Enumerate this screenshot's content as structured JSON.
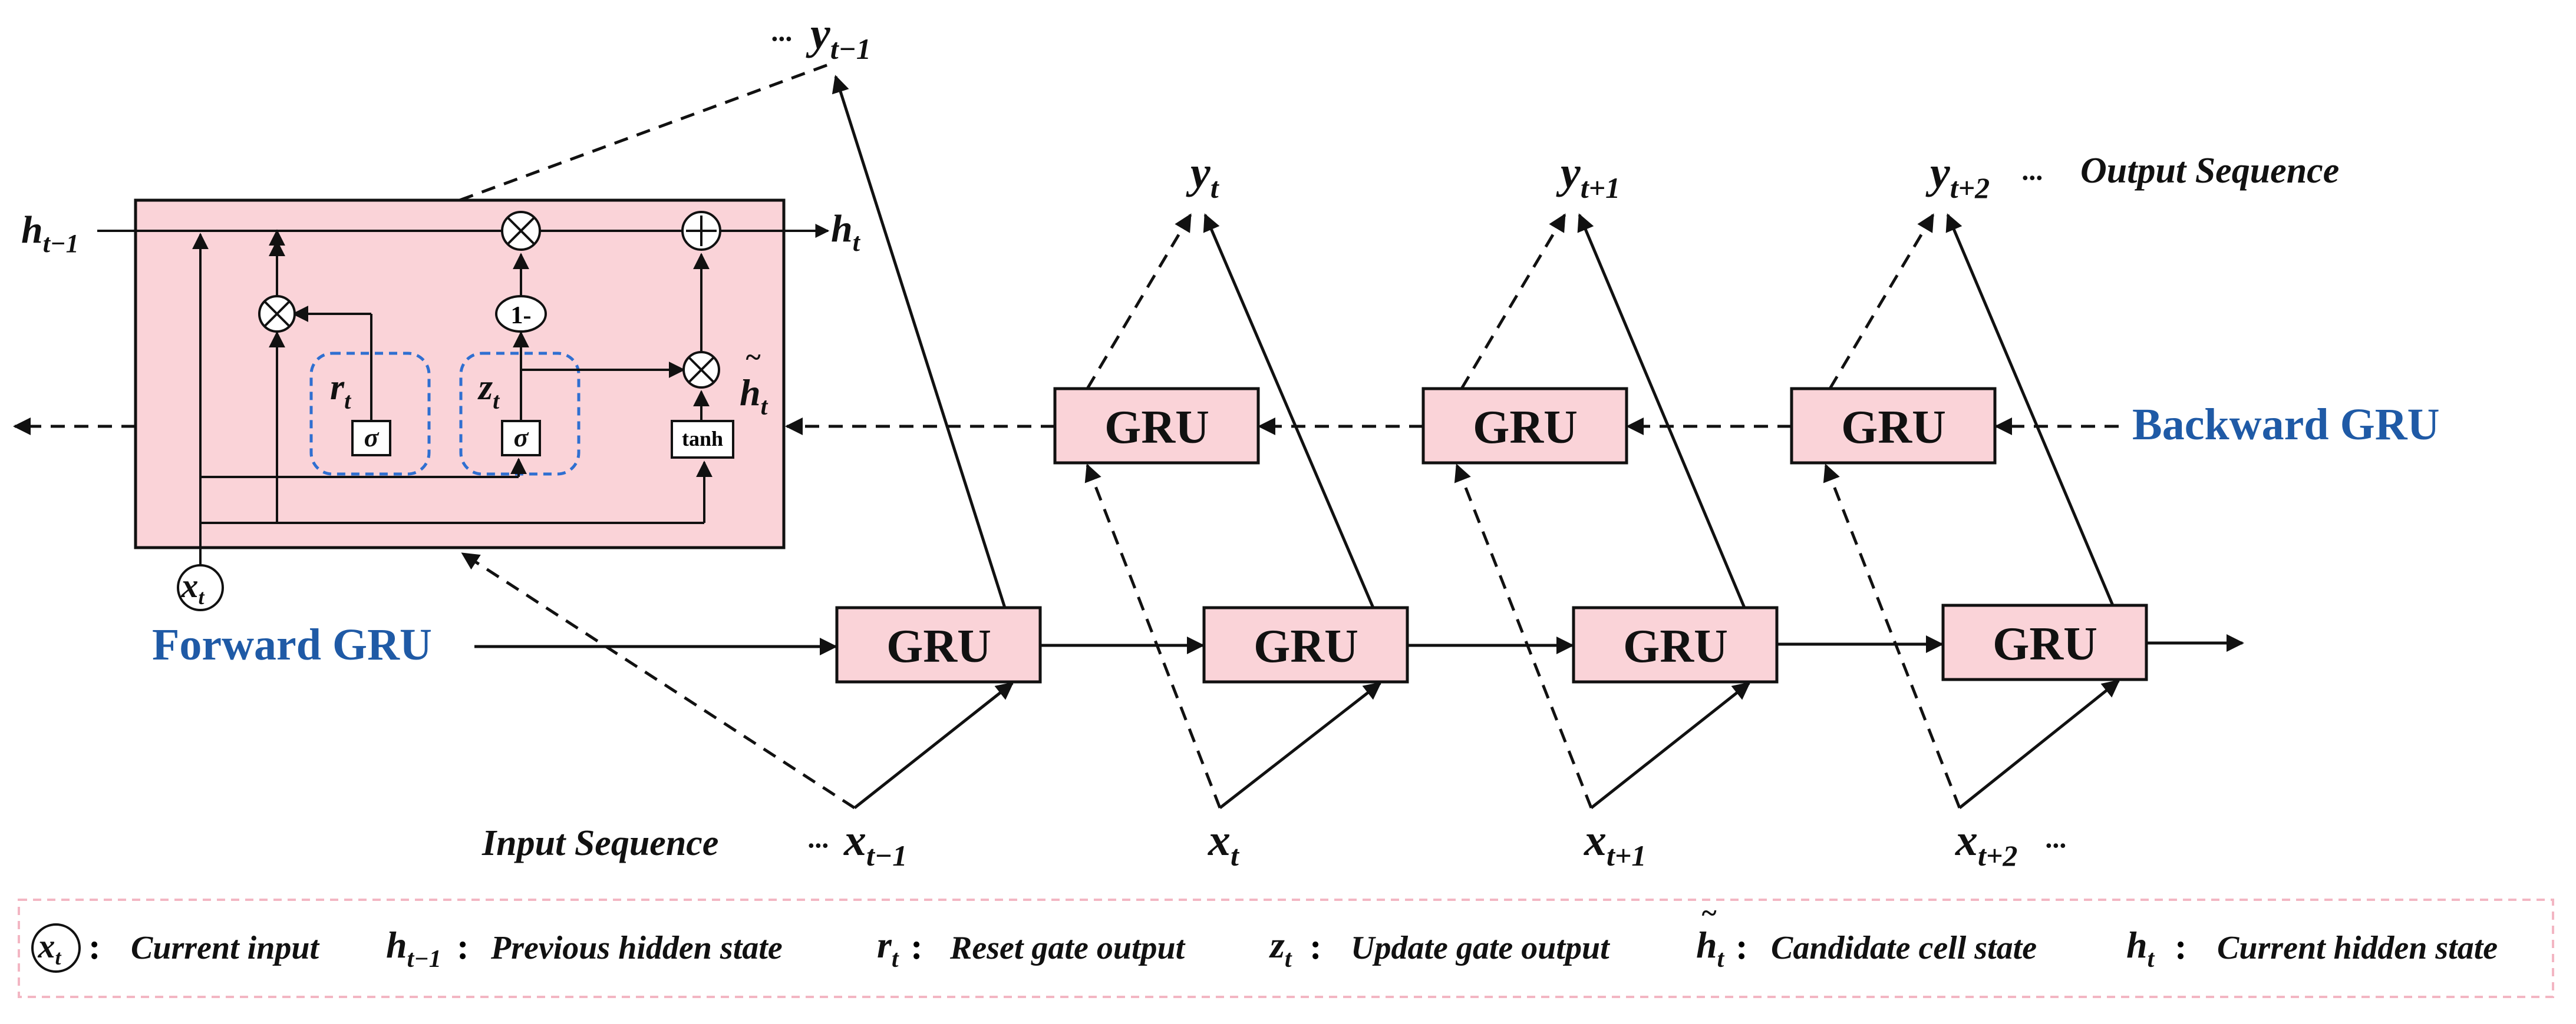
{
  "labels": {
    "output_sequence": "Output Sequence",
    "input_sequence": "Input Sequence",
    "forward_gru": "Forward GRU",
    "backward_gru": "Backward GRU",
    "gru_block": "GRU",
    "tanh": "tanh",
    "sigma": "σ",
    "one_minus": "1-",
    "ellipsis": "···",
    "colon": ":"
  },
  "cell": {
    "h_prev": {
      "base": "h",
      "sub": "t−1"
    },
    "h_cur": {
      "base": "h",
      "sub": "t"
    },
    "h_tilde": {
      "base": "h",
      "sub": "t",
      "accent": "~"
    },
    "r": {
      "base": "r",
      "sub": "t"
    },
    "z": {
      "base": "z",
      "sub": "t"
    },
    "x_in": {
      "base": "x",
      "sub": "t"
    }
  },
  "outputs": [
    {
      "base": "y",
      "sub": "t−1"
    },
    {
      "base": "y",
      "sub": "t"
    },
    {
      "base": "y",
      "sub": "t+1"
    },
    {
      "base": "y",
      "sub": "t+2"
    }
  ],
  "inputs": [
    {
      "base": "x",
      "sub": "t−1"
    },
    {
      "base": "x",
      "sub": "t"
    },
    {
      "base": "x",
      "sub": "t+1"
    },
    {
      "base": "x",
      "sub": "t+2"
    }
  ],
  "legend": [
    {
      "symbol": {
        "base": "x",
        "sub": "t"
      },
      "description": "Current input"
    },
    {
      "symbol": {
        "base": "h",
        "sub": "t−1"
      },
      "description": "Previous hidden state"
    },
    {
      "symbol": {
        "base": "r",
        "sub": "t"
      },
      "description": "Reset gate output"
    },
    {
      "symbol": {
        "base": "z",
        "sub": "t"
      },
      "description": "Update gate output"
    },
    {
      "symbol": {
        "base": "h",
        "sub": "t",
        "accent": "~"
      },
      "description": "Candidate cell state"
    },
    {
      "symbol": {
        "base": "h",
        "sub": "t"
      },
      "description": "Current hidden state"
    }
  ],
  "colors": {
    "cell_fill": "#fad3d8",
    "gru_fill": "#fad3d8",
    "accent_blue": "#1f5aa6",
    "gate_dash": "#2f6fd1",
    "legend_border": "#f3b6c3",
    "ink": "#111111"
  }
}
